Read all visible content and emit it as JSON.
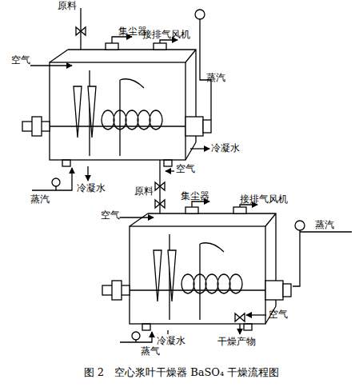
{
  "diagram": {
    "caption": "图 2　空心浆叶干燥器 BaSO₄ 干燥流程图",
    "labels": [
      "原料",
      "集尘器",
      "接排气风机",
      "空气",
      "蒸汽",
      "冷凝水",
      "空气",
      "冷凝水",
      "原料",
      "蒸汽",
      "空气",
      "集尘器",
      "接排气风机",
      "蒸汽",
      "空气",
      "冷凝水",
      "干燥产物",
      "蒸气"
    ]
  }
}
